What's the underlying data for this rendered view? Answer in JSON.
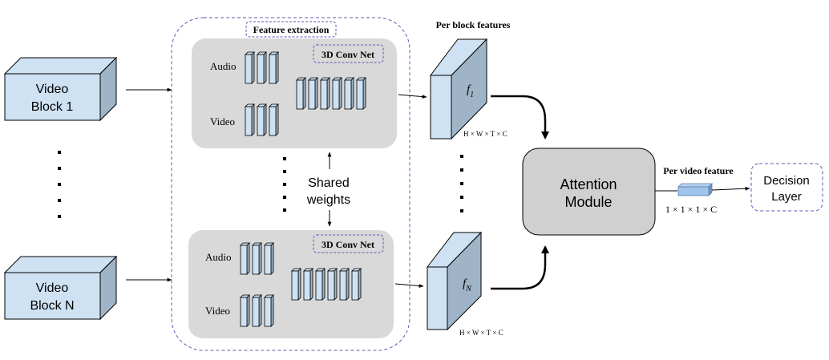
{
  "video_blocks": [
    {
      "line1": "Video",
      "line2": "Block 1"
    },
    {
      "line1": "Video",
      "line2": "Block N"
    }
  ],
  "feature_extraction": {
    "title": "Feature extraction",
    "net_label": "3D Conv Net",
    "audio_label": "Audio",
    "video_label": "Video",
    "shared_line1": "Shared",
    "shared_line2": "weights"
  },
  "per_block": {
    "title": "Per block features",
    "feature_1": {
      "base": "f",
      "sub": "1"
    },
    "feature_n": {
      "base": "f",
      "sub": "N"
    },
    "dims": "H × W × T × C"
  },
  "attention": {
    "line1": "Attention",
    "line2": "Module"
  },
  "per_video": {
    "title": "Per video feature",
    "dims": "1 × 1 × 1 × C"
  },
  "decision": {
    "line1": "Decision",
    "line2": "Layer"
  },
  "colors": {
    "block_fill": "#cfe2f3",
    "block_side": "#9fb4c7",
    "panel_fill": "#d9d9d9",
    "attention_fill": "#d0d0d0",
    "dashed_border": "#5b5bb5",
    "line": "#000000"
  }
}
